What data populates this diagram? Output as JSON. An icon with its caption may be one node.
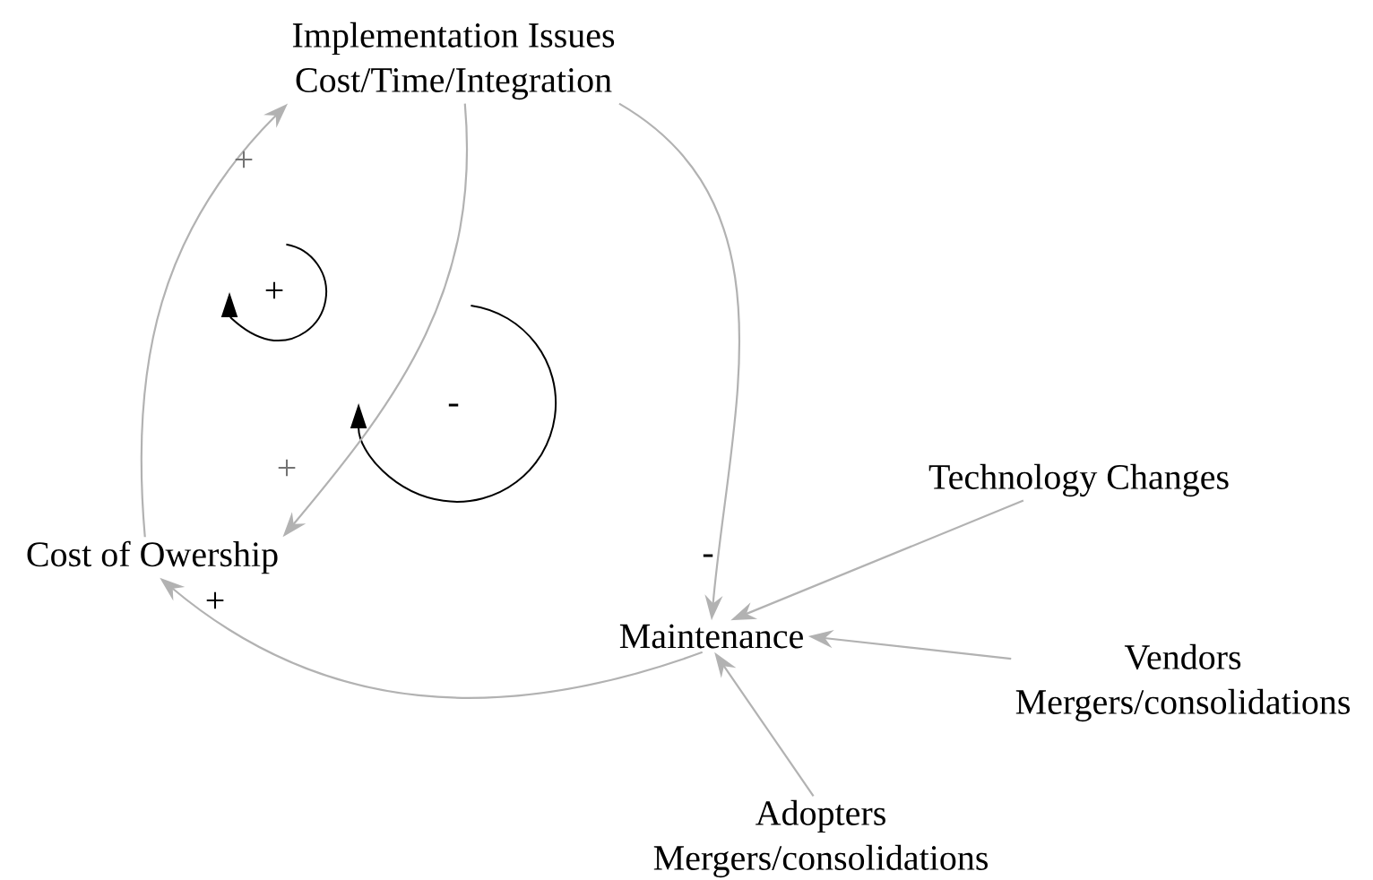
{
  "diagram": {
    "nodes": [
      {
        "text": [
          "Implementation Issues",
          "Cost/Time/Integration"
        ]
      },
      {
        "text": [
          "Cost of Owership"
        ]
      },
      {
        "text": [
          "Maintenance"
        ]
      },
      {
        "text": [
          "Technology Changes"
        ]
      },
      {
        "text": [
          "Vendors",
          "Mergers/consolidations"
        ]
      },
      {
        "text": [
          "Adopters",
          "Mergers/consolidations"
        ]
      }
    ],
    "edges": [
      {
        "from": 1,
        "to": 0,
        "arrow": "to",
        "label": "+"
      },
      {
        "from": 0,
        "to": 1,
        "arrow": "to",
        "label": "+"
      },
      {
        "from": 0,
        "to": 2,
        "arrow": "to",
        "label": "-"
      },
      {
        "from": 2,
        "to": 1,
        "arrow": "to",
        "label": "+"
      },
      {
        "from": 3,
        "to": 2,
        "arrow": "to"
      },
      {
        "from": 4,
        "to": 2,
        "arrow": "to"
      },
      {
        "from": 5,
        "to": 2,
        "arrow": "to"
      }
    ],
    "labels": [
      "+",
      "-"
    ]
  }
}
